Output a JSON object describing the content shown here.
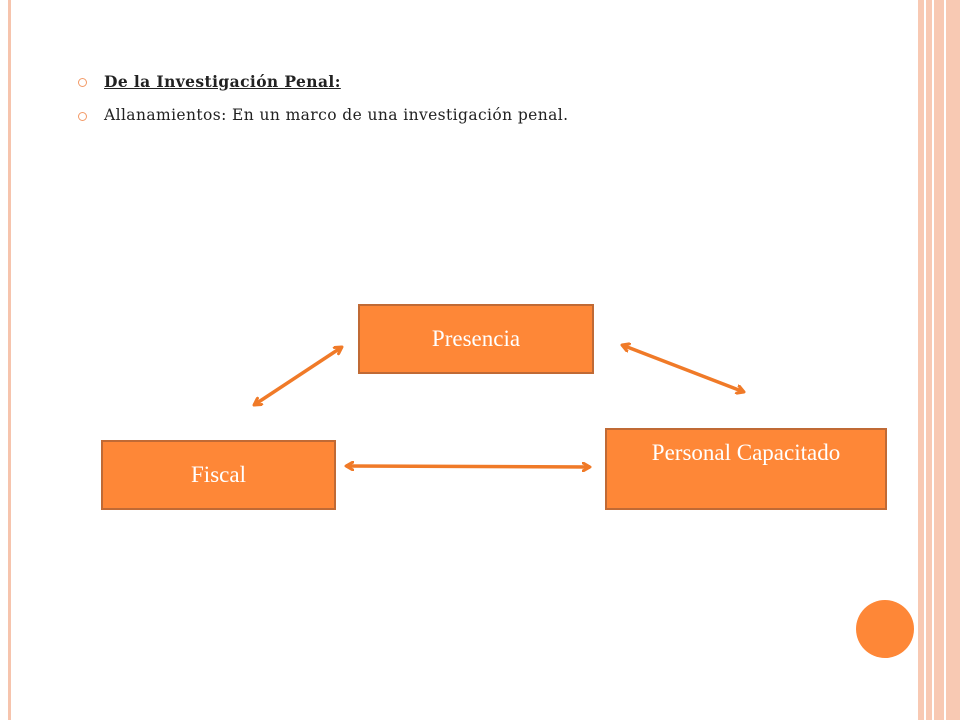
{
  "slide": {
    "bullets": [
      {
        "text": "De la Investigación Penal:",
        "bold": true
      },
      {
        "text": "Allanamientos: En un marco de una investigación penal.",
        "bold": false
      }
    ]
  },
  "diagram": {
    "nodes": {
      "presencia": "Presencia",
      "fiscal": "Fiscal",
      "personal": "Personal Capacitado"
    },
    "edges": [
      {
        "from": "fiscal",
        "to": "presencia",
        "type": "bidirectional"
      },
      {
        "from": "presencia",
        "to": "personal",
        "type": "bidirectional"
      },
      {
        "from": "fiscal",
        "to": "personal",
        "type": "bidirectional"
      }
    ]
  },
  "colors": {
    "accent": "#fe8737",
    "border": "#c06a35",
    "arrow": "#f07a28",
    "frame": "#f8c9b3"
  }
}
